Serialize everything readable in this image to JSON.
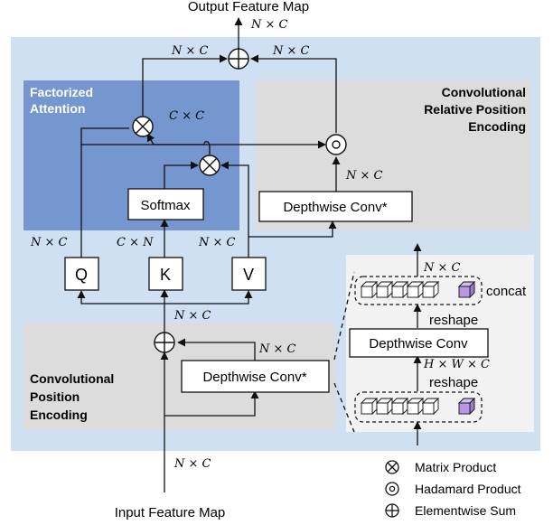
{
  "titles": {
    "output": "Output Feature Map",
    "input": "Input Feature Map"
  },
  "regions": {
    "factorized": [
      "Factorized",
      "Attention"
    ],
    "crpe": [
      "Convolutional",
      "Relative Position",
      "Encoding"
    ],
    "cpe": [
      "Convolutional",
      "Position",
      "Encoding"
    ]
  },
  "blocks": {
    "softmax": "Softmax",
    "dw_conv_star": "Depthwise Conv*",
    "dw_conv": "Depthwise Conv",
    "q": "Q",
    "k": "K",
    "v": "V",
    "concat": "concat",
    "reshape": "reshape"
  },
  "dims": {
    "nc": "N × C",
    "cc": "C × C",
    "cn": "C × N",
    "hwc": "H × W × C"
  },
  "legend": [
    {
      "symbol": "otimes",
      "label": "Matrix Product"
    },
    {
      "symbol": "odot",
      "label": "Hadamard Product"
    },
    {
      "symbol": "oplus",
      "label": "Elementwise Sum"
    }
  ],
  "colors": {
    "outer_bg": "#cfe0f3",
    "attention_bg": "#7596cf",
    "gray_region": "#dcdcdc",
    "detail_bg": "#f2f2f2",
    "token_accent": "#b89ae3"
  }
}
